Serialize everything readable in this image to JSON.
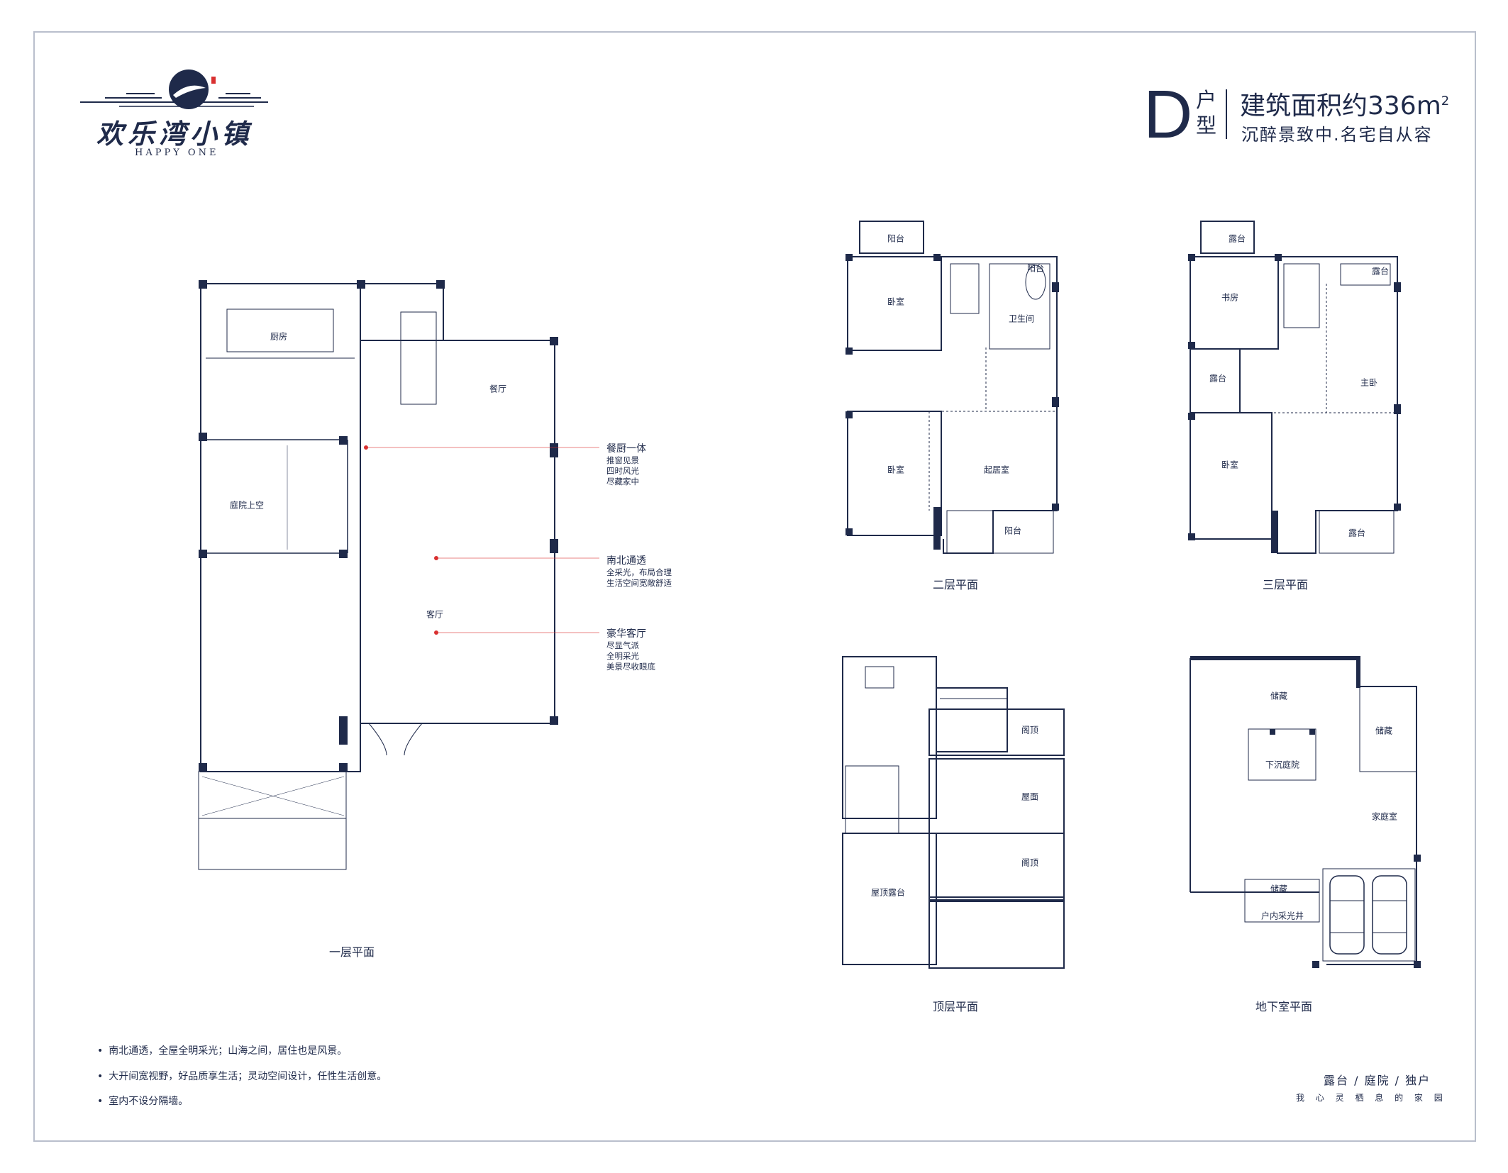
{
  "brand": {
    "name": "欢乐湾小镇",
    "subtitle": "HAPPY ONE"
  },
  "unit": {
    "letter": "D",
    "type_char1": "户",
    "type_char2": "型",
    "area_label": "建筑面积约336m",
    "area_sup": "2",
    "slogan": "沉醉景致中.名宅自从容"
  },
  "plans": {
    "ground": {
      "caption": "一层平面",
      "rooms": [
        "厨房",
        "餐厅",
        "庭院上空",
        "客厅"
      ]
    },
    "second": {
      "caption": "二层平面",
      "rooms": [
        "阳台",
        "阳台",
        "卧室",
        "卫生间",
        "卧室",
        "起居室",
        "阳台"
      ]
    },
    "third": {
      "caption": "三层平面",
      "rooms": [
        "露台",
        "露台",
        "书房",
        "露台",
        "主卧",
        "卧室",
        "露台"
      ]
    },
    "top": {
      "caption": "顶层平面",
      "rooms": [
        "阁顶",
        "屋面",
        "阁顶",
        "屋顶露台"
      ]
    },
    "basement": {
      "caption": "地下室平面",
      "rooms": [
        "储藏",
        "储藏",
        "下沉庭院",
        "家庭室",
        "储藏",
        "户内采光井"
      ]
    }
  },
  "callouts": [
    {
      "title": "餐厨一体",
      "lines": [
        "推窗见景",
        "四时风光",
        "尽藏家中"
      ]
    },
    {
      "title": "南北通透",
      "lines": [
        "全采光，布局合理",
        "生活空间宽敞舒适"
      ]
    },
    {
      "title": "豪华客厅",
      "lines": [
        "尽显气派",
        "全明采光",
        "美景尽收眼底"
      ]
    }
  ],
  "notes": [
    "南北通透，全屋全明采光；山海之间，居住也是风景。",
    "大开间宽视野，好品质享生活；灵动空间设计，任性生活创意。",
    "室内不设分隔墙。"
  ],
  "footer": {
    "tags": "露台 / 庭院 / 独户",
    "tagline": "我 心 灵 栖 息 的 家 园"
  },
  "colors": {
    "navy": "#1f2a4a",
    "accent_red": "#d93030",
    "wall": "#1f2a4a",
    "thin": "#8a8fa0"
  }
}
